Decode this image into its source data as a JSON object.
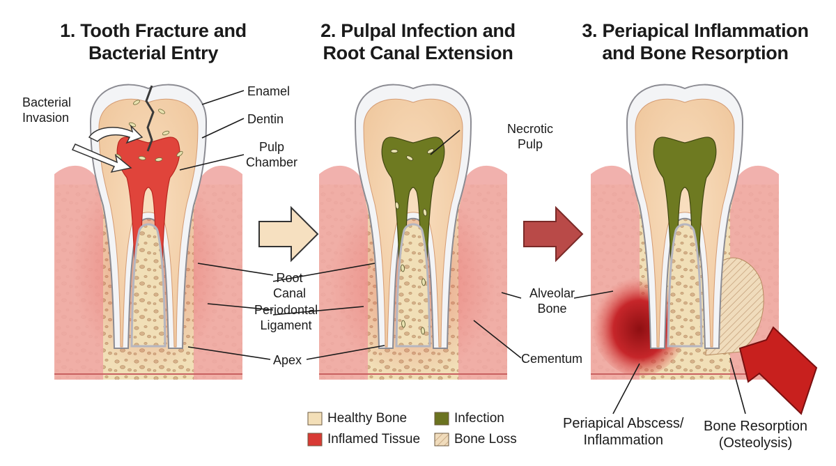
{
  "titles": {
    "panel1": [
      "1. Tooth Fracture and",
      "Bacterial Entry"
    ],
    "panel2": [
      "2. Pulpal Infection and",
      "Root Canal Extension"
    ],
    "panel3": [
      "3. Periapical Inflammation",
      "and Bone Resorption"
    ]
  },
  "labels": {
    "bacterial_invasion": [
      "Bacterial",
      "Invasion"
    ],
    "enamel": "Enamel",
    "dentin": "Dentin",
    "pulp_chamber": [
      "Pulp",
      "Chamber"
    ],
    "necrotic_pulp": [
      "Necrotic",
      "Pulp"
    ],
    "root_canal": [
      "Root",
      "Canal"
    ],
    "periodontal_ligament": [
      "Periodontal",
      "Ligament"
    ],
    "apex": "Apex",
    "alveolar_bone": [
      "Alveolar",
      "Bone"
    ],
    "cementum": "Cementum",
    "periapical_abscess": [
      "Periapical Abscess/",
      "Inflammation"
    ],
    "bone_resorption": [
      "Bone Resorption",
      "(Osteolysis)"
    ]
  },
  "legend": [
    {
      "label": "Healthy Bone",
      "color": "#f3dfb8",
      "pattern": "solid"
    },
    {
      "label": "Infection",
      "color": "#6b7320",
      "pattern": "solid"
    },
    {
      "label": "Inflamed Tissue",
      "color": "#d83a34",
      "pattern": "solid"
    },
    {
      "label": "Bone Loss",
      "color": "#f1d9b4",
      "pattern": "hatched"
    }
  ],
  "colors": {
    "enamel": "#f4f5f7",
    "dentin": "#f6d7b4",
    "pulp_inflamed": "#e0443b",
    "pulp_necrotic": "#6e7a21",
    "gum": "#f0a8a4",
    "bone": "#f1dfb7",
    "bone_dots": "#c8a27a",
    "arrow_tan": "#f6e0c0",
    "arrow_red": "#b94a48",
    "arrow_bright_red": "#c8201e"
  }
}
